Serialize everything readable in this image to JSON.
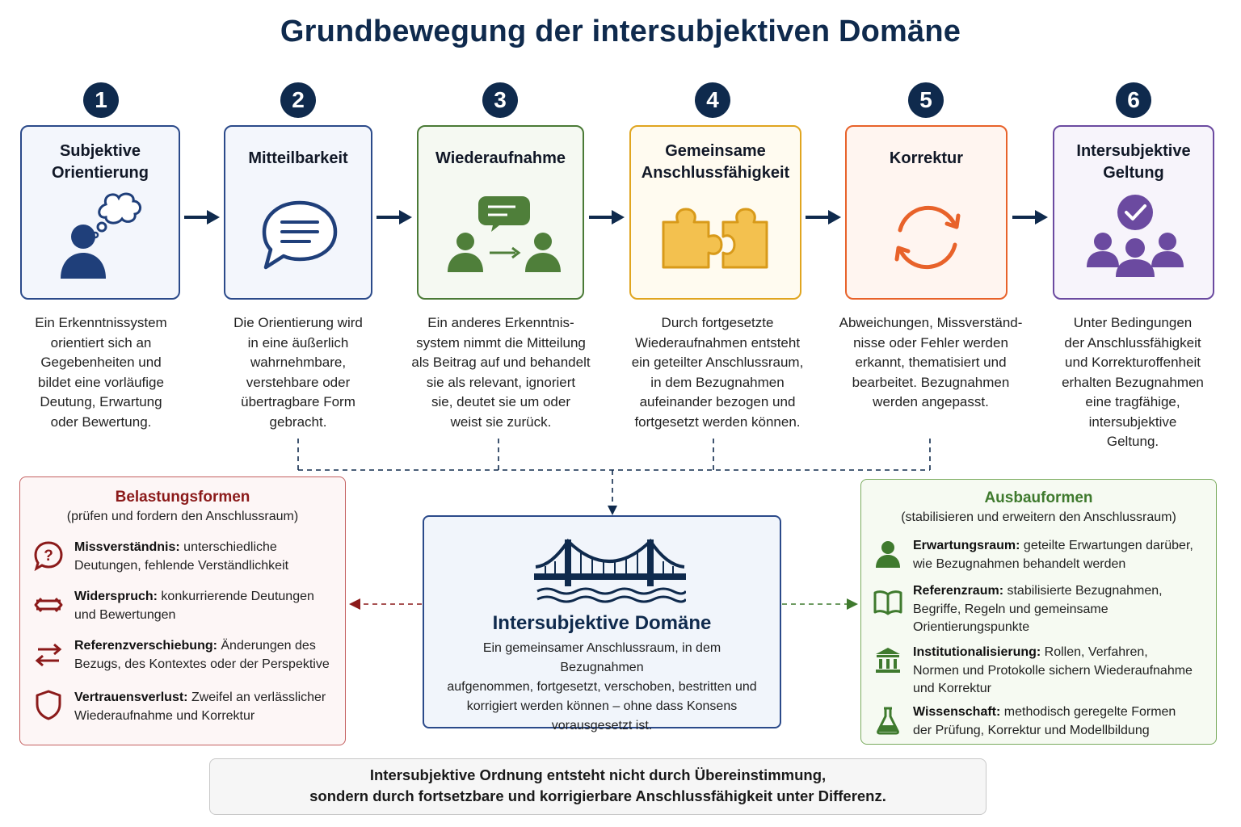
{
  "title": "Grundbewegung der intersubjektiven Domäne",
  "steps": [
    {
      "number": "1",
      "title": "Subjektive\nOrientierung",
      "icon": "thinking-person-icon",
      "color": "#2b4a8a",
      "desc": "Ein Erkenntnissystem\norientiert sich an\nGegebenheiten und\nbildet eine vorläufige\nDeutung, Erwartung\noder Bewertung."
    },
    {
      "number": "2",
      "title": "Mitteilbarkeit",
      "icon": "speech-bubble-icon",
      "color": "#2b4a8a",
      "desc": "Die Orientierung wird\nin eine äußerlich\nwahrnehmbare,\nverstehbare oder\nübertragbare Form\ngebracht."
    },
    {
      "number": "3",
      "title": "Wiederaufnahme",
      "icon": "message-exchange-icon",
      "color": "#4a7a36",
      "desc": "Ein anderes Erkenntnis-\nsystem nimmt die Mitteilung\nals Beitrag auf und behandelt\nsie als relevant, ignoriert\nsie, deutet sie um oder\nweist sie zurück."
    },
    {
      "number": "4",
      "title": "Gemeinsame\nAnschlussfähigkeit",
      "icon": "puzzle-icon",
      "color": "#e0a51f",
      "desc": "Durch fortgesetzte\nWiederaufnahmen entsteht\nein geteilter Anschlussraum,\nin dem Bezugnahmen\naufeinander bezogen und\nfortgesetzt werden können."
    },
    {
      "number": "5",
      "title": "Korrektur",
      "icon": "refresh-icon",
      "color": "#e8622a",
      "desc": "Abweichungen, Missverständ-\nnisse oder Fehler werden\nerkannt, thematisiert und\nbearbeitet. Bezugnahmen\nwerden angepasst."
    },
    {
      "number": "6",
      "title": "Intersubjektive\nGeltung",
      "icon": "group-check-icon",
      "color": "#6b4aa0",
      "desc": "Unter Bedingungen\nder Anschlussfähigkeit\nund Korrekturoffenheit\nerhalten Bezugnahmen\neine tragfähige,\nintersubjektive\nGeltung."
    }
  ],
  "left_panel": {
    "title": "Belastungsformen",
    "subtitle": "(prüfen und fordern den Anschlussraum)",
    "color": "#8b1a1a",
    "items": [
      {
        "icon": "question-icon",
        "term": "Missverständnis:",
        "text": " unterschiedliche",
        "text2": "Deutungen, fehlende Verständlichkeit"
      },
      {
        "icon": "double-arrow-icon",
        "term": "Widerspruch:",
        "text": " konkurrierende Deutungen",
        "text2": "und Bewertungen"
      },
      {
        "icon": "swap-arrows-icon",
        "term": "Referenzverschiebung:",
        "text": " Änderungen des",
        "text2": "Bezugs, des Kontextes oder der Perspektive"
      },
      {
        "icon": "shield-icon",
        "term": "Vertrauensverlust:",
        "text": " Zweifel an verlässlicher",
        "text2": "Wiederaufnahme und Korrektur"
      }
    ]
  },
  "center": {
    "icon": "bridge-icon",
    "title": "Intersubjektive Domäne",
    "text": "Ein gemeinsamer Anschlussraum, in dem Bezugnahmen\naufgenommen, fortgesetzt, verschoben, bestritten und\nkorrigiert werden können – ohne dass Konsens\nvorausgesetzt ist.",
    "color": "#0f2a4d"
  },
  "right_panel": {
    "title": "Ausbauformen",
    "subtitle": "(stabilisieren und erweitern den Anschlussraum)",
    "color": "#3f7a2e",
    "items": [
      {
        "icon": "person-icon",
        "term": "Erwartungsraum:",
        "text": " geteilte Erwartungen darüber,",
        "text2": "wie Bezugnahmen behandelt werden",
        "text3": ""
      },
      {
        "icon": "book-icon",
        "term": "Referenzraum:",
        "text": " stabilisierte Bezugnahmen,",
        "text2": "Begriffe, Regeln und gemeinsame",
        "text3": "Orientierungspunkte"
      },
      {
        "icon": "institution-icon",
        "term": "Institutionalisierung:",
        "text": " Rollen, Verfahren,",
        "text2": "Normen und Protokolle sichern Wiederaufnahme",
        "text3": "und Korrektur"
      },
      {
        "icon": "flask-icon",
        "term": "Wissenschaft:",
        "text": " methodisch geregelte Formen",
        "text2": "der Prüfung, Korrektur und Modellbildung",
        "text3": ""
      }
    ]
  },
  "footer": {
    "line1": "Intersubjektive Ordnung entsteht nicht durch Übereinstimmung,",
    "line2": "sondern durch fortsetzbare und korrigierbare Anschlussfähigkeit unter Differenz."
  }
}
